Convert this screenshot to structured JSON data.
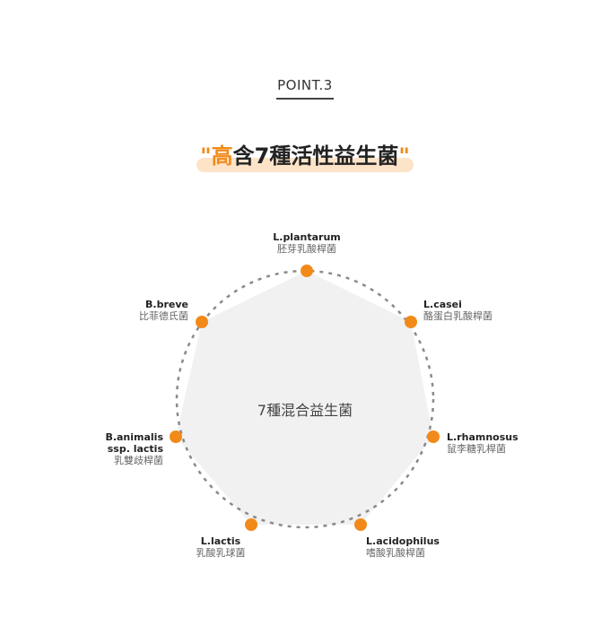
{
  "header": {
    "point_label": "POINT.3",
    "headline_quote_open": "\"",
    "headline_highlight": "高",
    "headline_rest": "含7種活性益生菌",
    "headline_quote_close": "\""
  },
  "diagram": {
    "center_label": "7種混合益生菌",
    "colors": {
      "accent": "#f28a1a",
      "polygon_fill": "#f1f1f1",
      "dashed_circle": "#8a8a8a",
      "highlight_bg": "#fde3c8"
    },
    "nodes": [
      {
        "en": "L.plantarum",
        "zh": "胚芽乳酸桿菌"
      },
      {
        "en": "L.casei",
        "zh": "酪蛋白乳酸桿菌"
      },
      {
        "en": "L.rhamnosus",
        "zh": "鼠李糖乳桿菌"
      },
      {
        "en": "L.acidophilus",
        "zh": "嗜酸乳酸桿菌"
      },
      {
        "en": "L.lactis",
        "zh": "乳酸乳球菌"
      },
      {
        "en_line1": "B.animalis",
        "en_line2": "ssp. lactis",
        "zh": "乳雙歧桿菌"
      },
      {
        "en": "B.breve",
        "zh": "比菲德氏菌"
      }
    ]
  }
}
